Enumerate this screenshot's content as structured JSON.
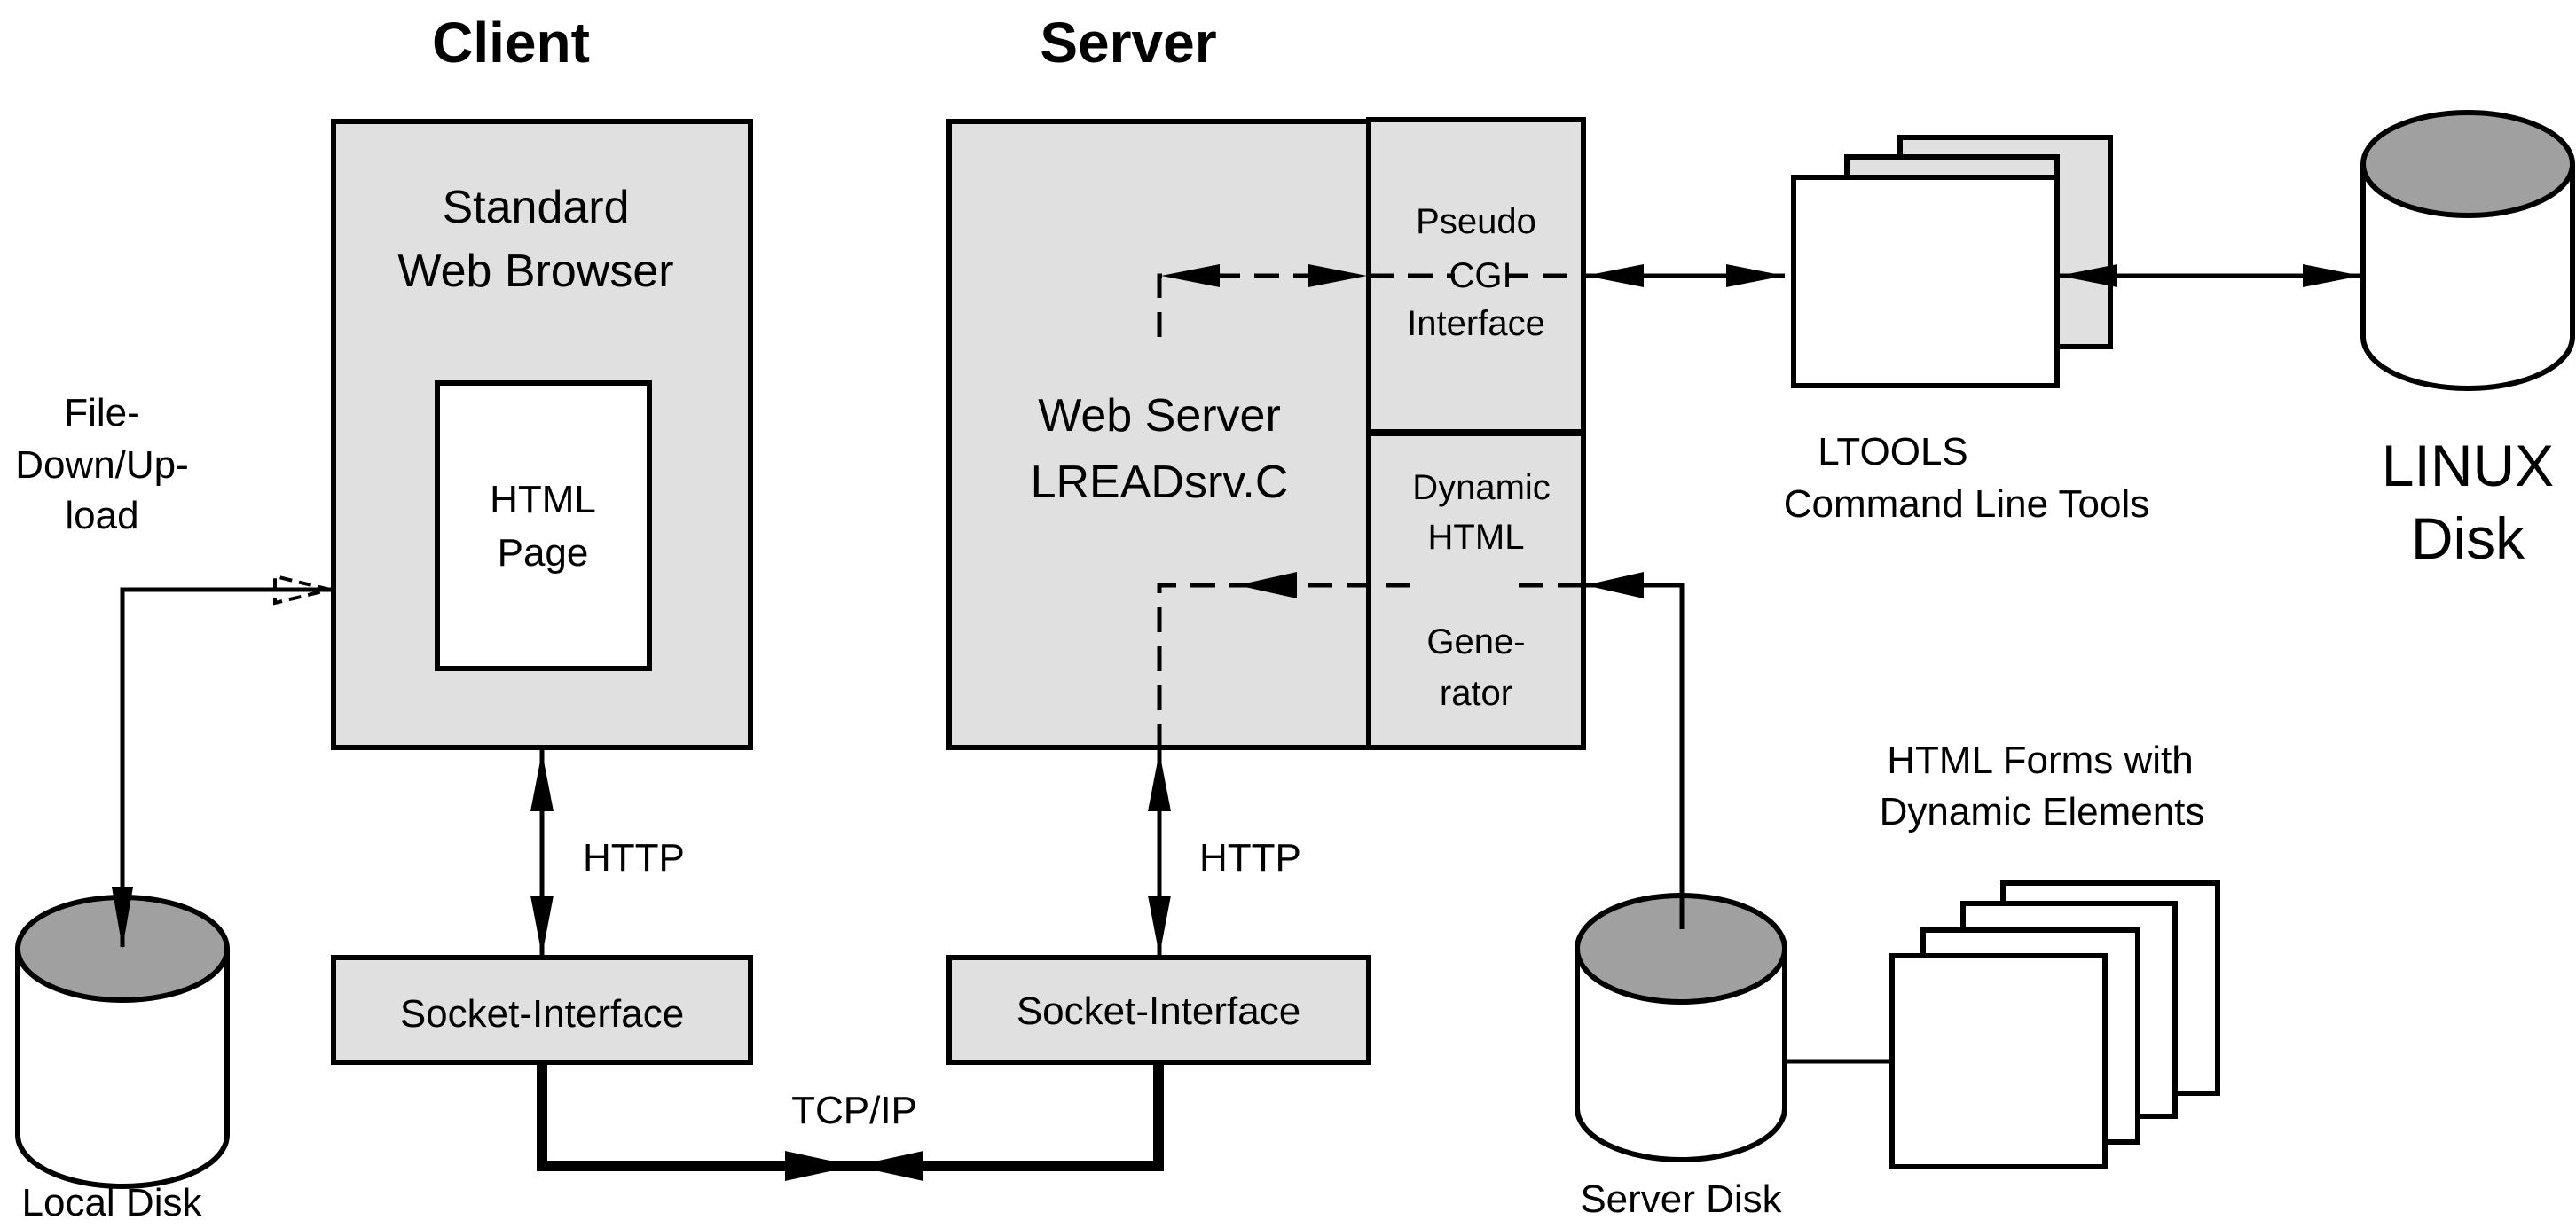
{
  "titles": {
    "client": "Client",
    "server": "Server"
  },
  "client": {
    "browser": [
      "Standard",
      "Web Browser"
    ],
    "html_page": [
      "HTML",
      "Page"
    ],
    "socket": "Socket-Interface",
    "http": "HTTP",
    "file_transfer": [
      "File-",
      "Down/Up-",
      "load"
    ],
    "local_disk": "Local Disk"
  },
  "server": {
    "web_server": [
      "Web Server",
      "LREADsrv.C"
    ],
    "cgi": [
      "Pseudo",
      "CGI",
      "Interface"
    ],
    "dynamic": [
      "Dynamic",
      "HTML",
      "Gene-",
      "rator"
    ],
    "socket": "Socket-Interface",
    "http": "HTTP",
    "server_disk": "Server Disk",
    "forms": [
      "HTML Forms with",
      "Dynamic Elements"
    ]
  },
  "network": {
    "tcpip": "TCP/IP"
  },
  "tools": {
    "ltools": [
      "LTOOLS",
      "Command Line Tools"
    ],
    "linux_disk": [
      "LINUX",
      "Disk"
    ]
  },
  "colors": {
    "box_fill": "#e0e0e0",
    "disk_top": "#a0a0a0",
    "stroke": "#000000"
  }
}
